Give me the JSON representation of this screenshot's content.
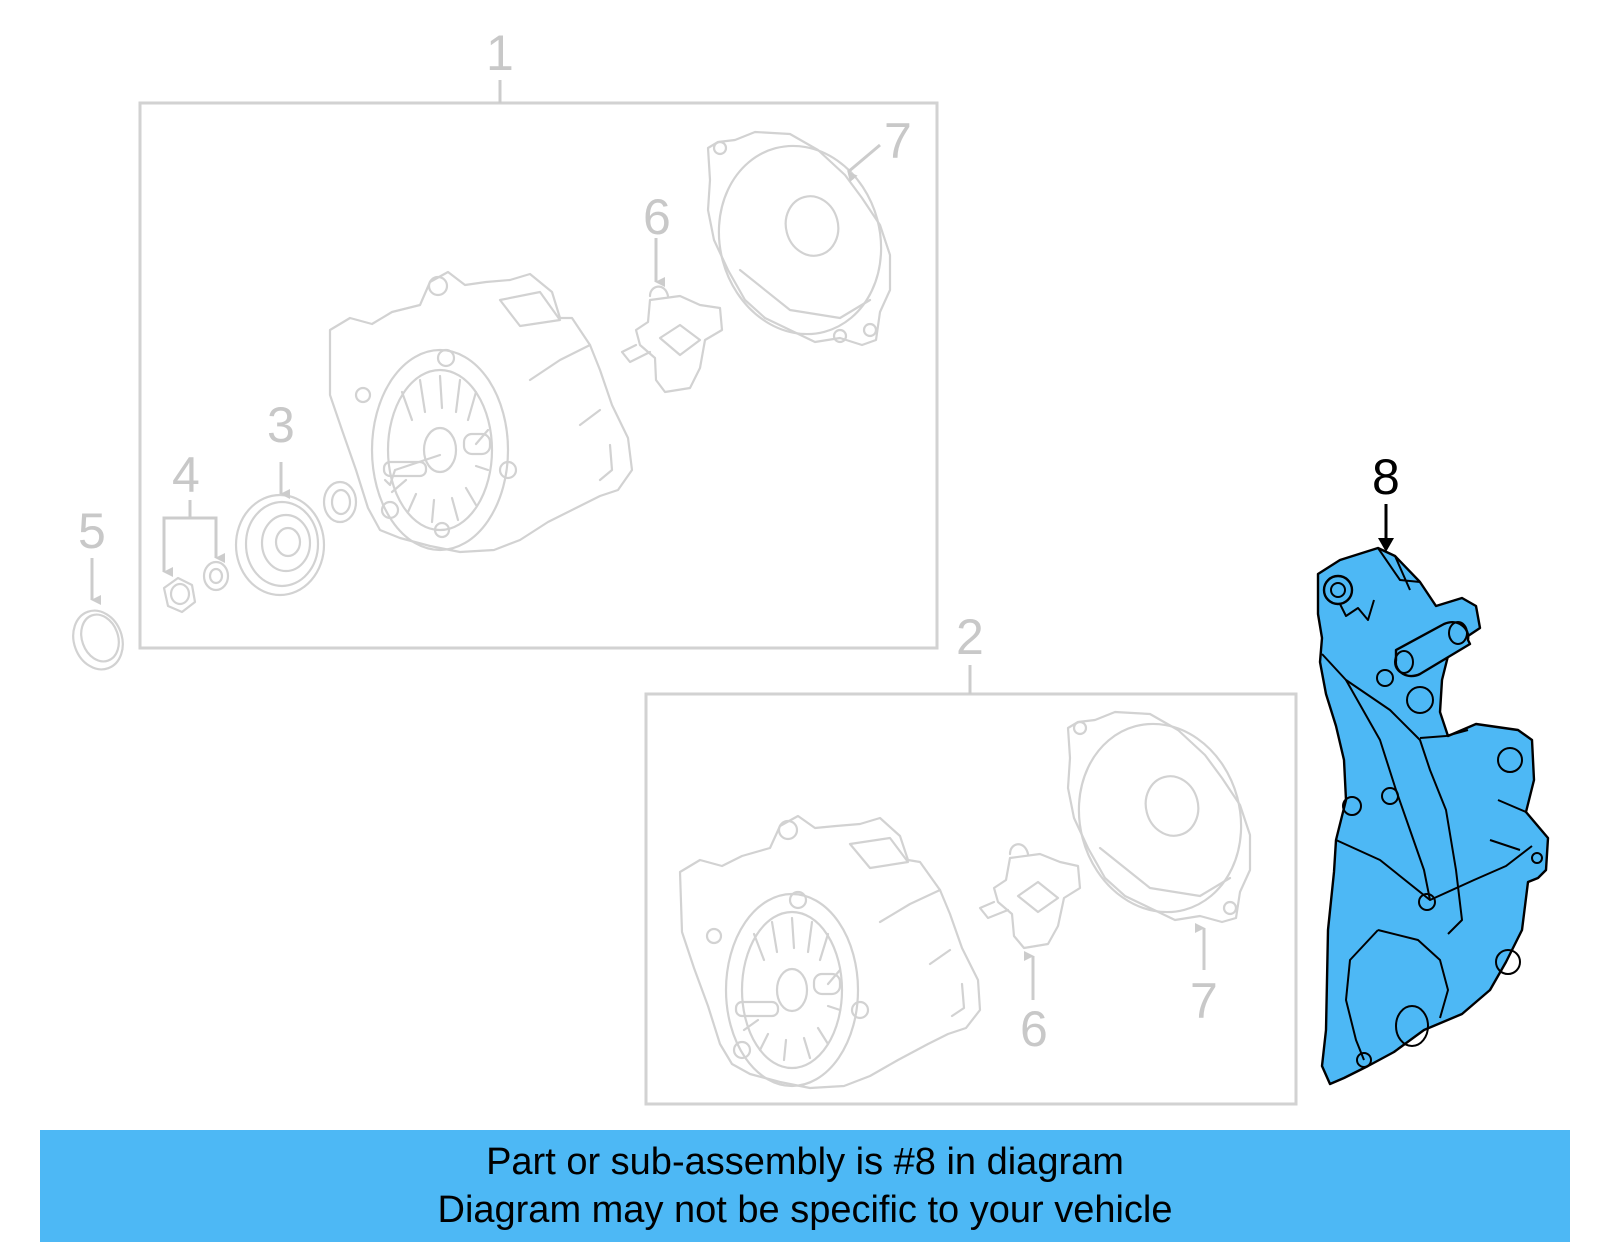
{
  "callouts": {
    "c1": "1",
    "c2": "2",
    "c3": "3",
    "c4": "4",
    "c5": "5",
    "c6a": "6",
    "c7a": "7",
    "c6b": "6",
    "c7b": "7",
    "c8": "8"
  },
  "colors": {
    "highlight": "#4db8f5",
    "ghost": "#d2d2d2"
  },
  "banner": {
    "line1": "Part or sub-assembly is #8 in diagram",
    "line2": "Diagram may not be specific to your vehicle"
  }
}
